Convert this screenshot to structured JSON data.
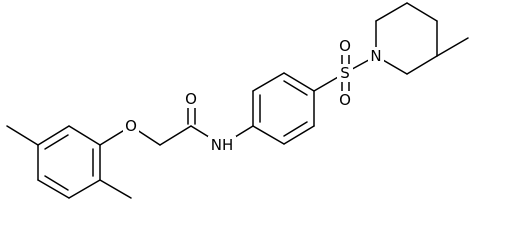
{
  "atoms": {
    "O_ether": "O",
    "O_carbonyl": "O",
    "N_amide": "NH",
    "S_sulfonyl": "S",
    "O_sulfonyl_top": "O",
    "O_sulfonyl_bottom": "O",
    "N_piperidine": "N"
  },
  "colors": {
    "bond": "#000000",
    "label": "#000000",
    "background": "#ffffff"
  }
}
